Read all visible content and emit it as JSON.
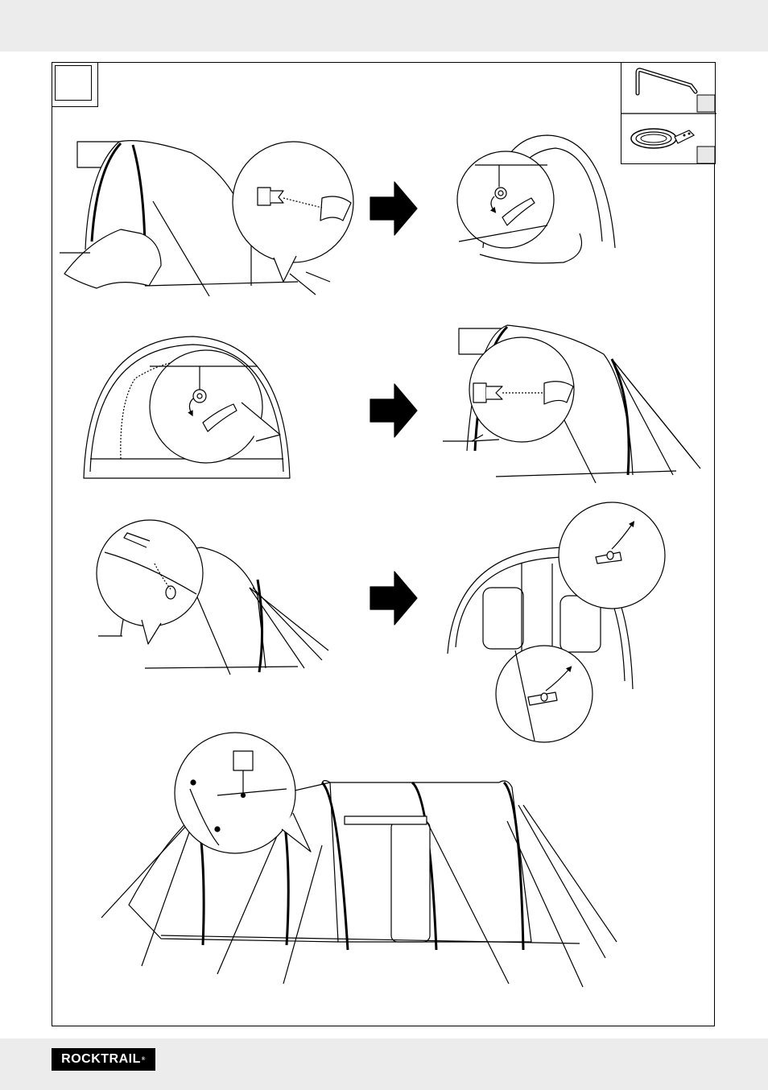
{
  "brand": {
    "name": "ROCKTRAIL",
    "mark": "®"
  },
  "icons": {
    "steps": [
      "tent-clip-buckle-step",
      "tent-door-buckle-step",
      "tent-peg-step",
      "tent-window-tie-step",
      "tent-pole-sleeve-step"
    ],
    "parts": [
      "tent-peg-icon",
      "guy-rope-icon"
    ]
  },
  "colors": {
    "ink": "#000000",
    "page": "#ffffff",
    "band": "#ececec"
  }
}
